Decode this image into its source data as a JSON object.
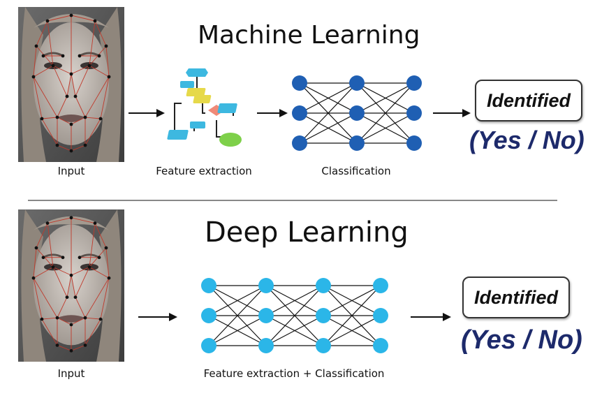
{
  "machine_learning": {
    "title": "Machine Learning",
    "input_caption": "Input",
    "feature_caption": "Feature extraction",
    "classification_caption": "Classification",
    "identified_label": "Identified",
    "result_label": "(Yes / No)",
    "network_layers": [
      3,
      3,
      3
    ],
    "node_color": "#1f5fb3"
  },
  "deep_learning": {
    "title": "Deep Learning",
    "input_caption": "Input",
    "network_caption": "Feature extraction + Classification",
    "identified_label": "Identified",
    "result_label": "(Yes / No)",
    "network_layers": [
      3,
      3,
      3,
      3
    ],
    "node_color": "#2bb6e8"
  },
  "colors": {
    "result_text": "#1d2a6b",
    "landmark_lines": "#c0392b",
    "divider": "#888888"
  }
}
